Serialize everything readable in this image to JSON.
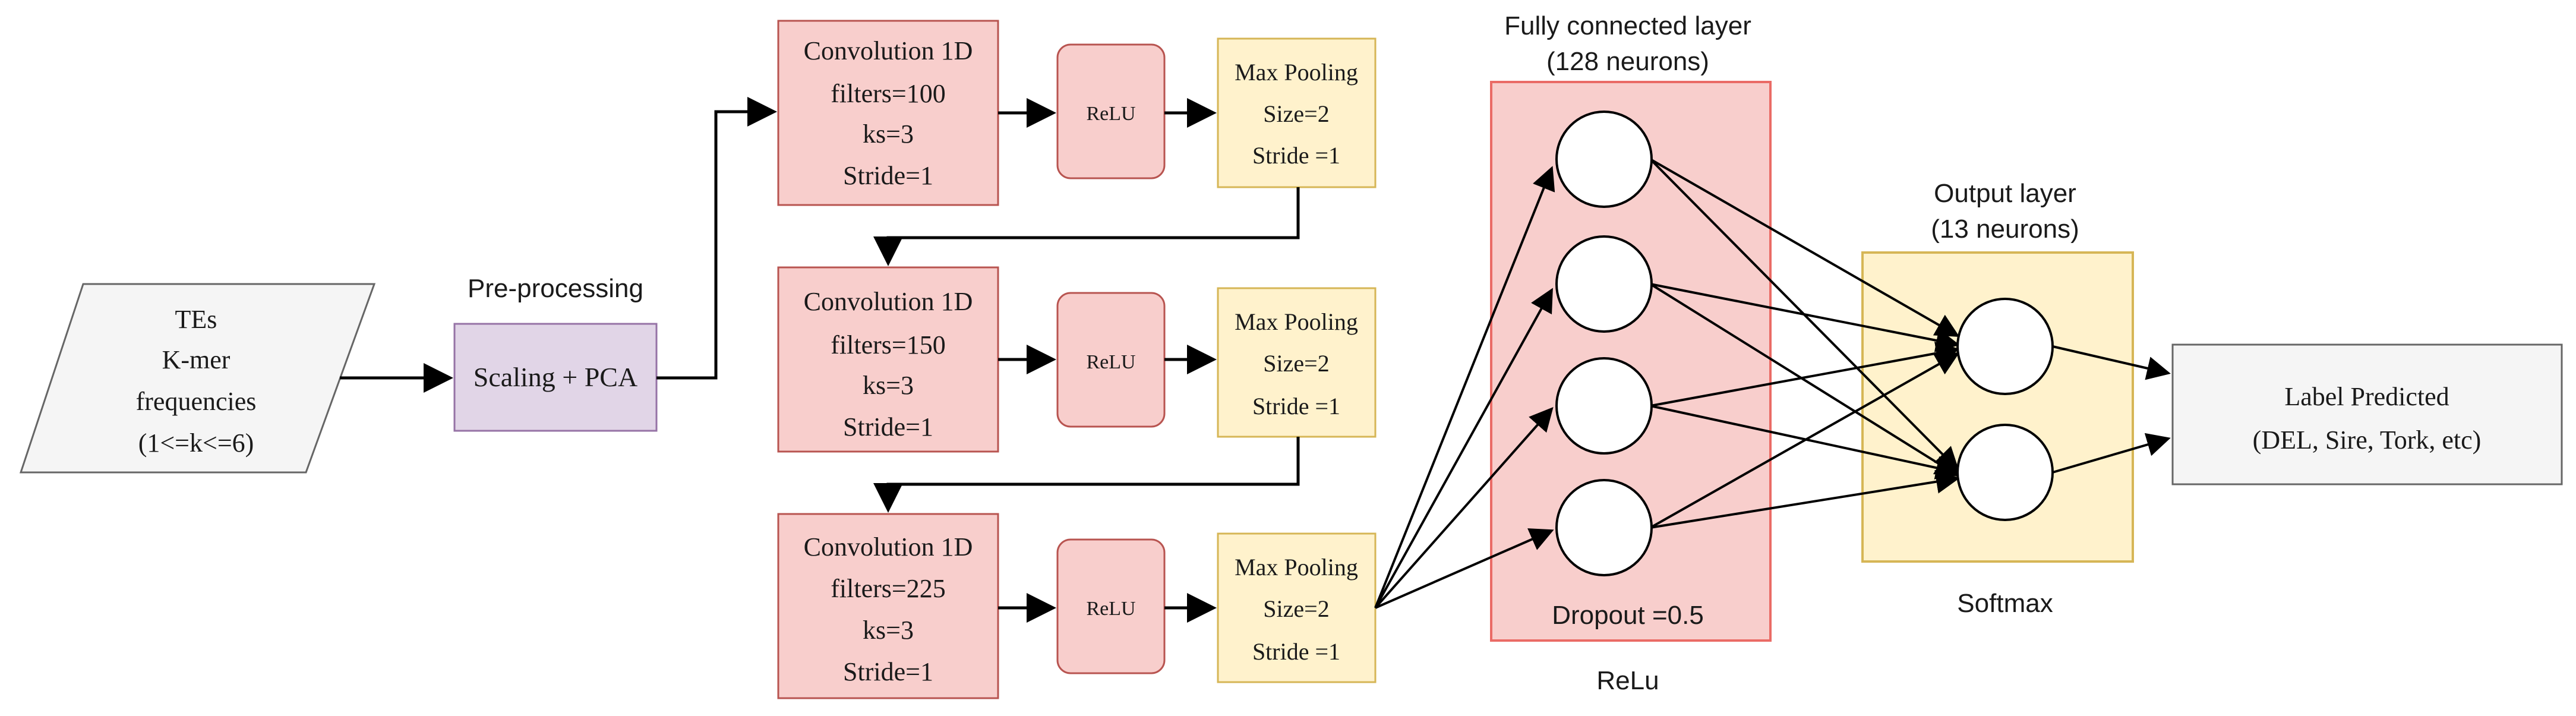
{
  "input": {
    "lines": [
      "TEs",
      "K-mer",
      "frequencies",
      "(1<=k<=6)"
    ]
  },
  "preprocessing": {
    "title": "Pre-processing",
    "label": "Scaling + PCA"
  },
  "conv_blocks": [
    {
      "conv_lines": [
        "Convolution 1D",
        "filters=100",
        "ks=3",
        "Stride=1"
      ],
      "relu": "ReLU",
      "pool_lines": [
        "Max Pooling",
        "Size=2",
        "Stride =1"
      ]
    },
    {
      "conv_lines": [
        "Convolution 1D",
        "filters=150",
        "ks=3",
        "Stride=1"
      ],
      "relu": "ReLU",
      "pool_lines": [
        "Max Pooling",
        "Size=2",
        "Stride =1"
      ]
    },
    {
      "conv_lines": [
        "Convolution 1D",
        "filters=225",
        "ks=3",
        "Stride=1"
      ],
      "relu": "ReLU",
      "pool_lines": [
        "Max Pooling",
        "Size=2",
        "Stride =1"
      ]
    }
  ],
  "fc_layer": {
    "title_line1": "Fully connected layer",
    "title_line2": "(128 neurons)",
    "dropout": "Dropout =0.5",
    "activation": "ReLu",
    "neuron_count": 4
  },
  "output_layer": {
    "title_line1": "Output layer",
    "title_line2": "(13 neurons)",
    "activation": "Softmax",
    "neuron_count": 2
  },
  "prediction": {
    "line1": "Label Predicted",
    "line2": "(DEL, Sire, Tork, etc)"
  },
  "colors": {
    "conv_fill": "#f8cecc",
    "conv_stroke": "#b85450",
    "pool_fill": "#fff2cc",
    "pool_stroke": "#d6b656",
    "prep_fill": "#e1d5e7",
    "prep_stroke": "#9673a6",
    "input_fill": "#f5f5f5",
    "input_stroke": "#666666",
    "line": "#000000"
  }
}
